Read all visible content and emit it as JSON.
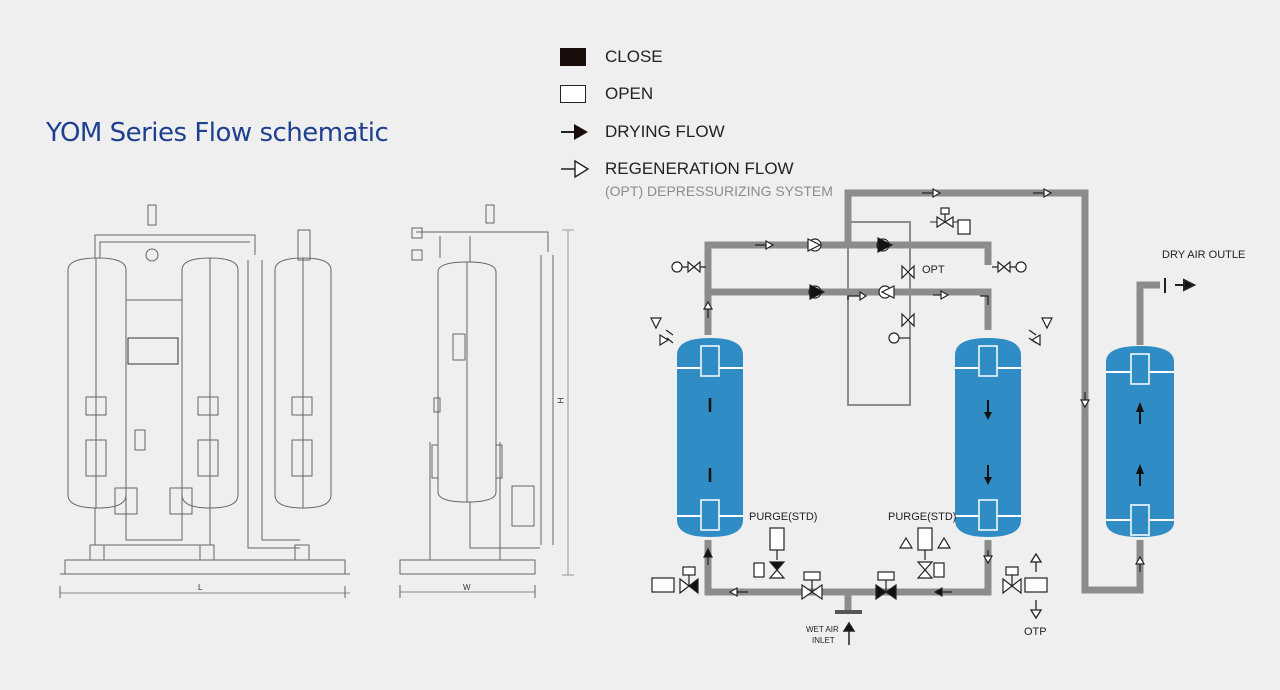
{
  "title": "YOM Series Flow schematic",
  "legend": {
    "close": "CLOSE",
    "open": "OPEN",
    "drying_flow": "DRYING FLOW",
    "regeneration_flow": "REGENERATION FLOW",
    "opt_system": "(OPT) DEPRESSURIZING SYSTEM"
  },
  "drawings": {
    "front_dim": "L",
    "side_height_dim": "H",
    "side_width_dim": "W"
  },
  "schematic": {
    "opt_label": "OPT",
    "purge_left": "PURGE(STD)",
    "purge_right": "PURGE(STD)",
    "wet_air_line1": "WET AIR",
    "wet_air_line2": "INLET",
    "otp": "OTP",
    "dry_air_outlet": "DRY AIR OUTLE"
  },
  "colors": {
    "title": "#1f3f8f",
    "vessel": "#2f8cc5",
    "pipe": "#8a8a8a",
    "line": "#555555"
  }
}
